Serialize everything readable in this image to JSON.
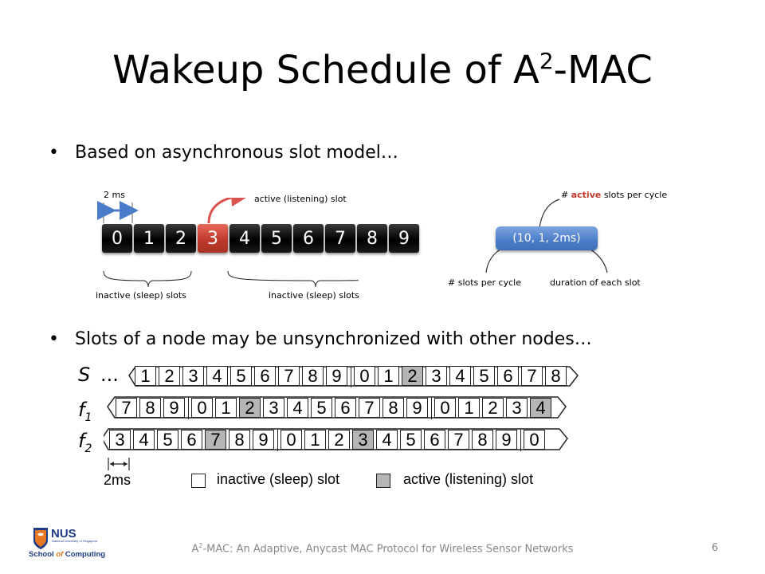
{
  "title": {
    "prefix": "Wakeup Schedule of A",
    "sup": "2",
    "suffix": "-MAC"
  },
  "bullets": [
    "Based on asynchronous slot model…",
    "Slots of a node may be unsynchronized with other nodes…"
  ],
  "slot_diagram": {
    "duration_label": "2 ms",
    "active_label": "active (listening) slot",
    "slots": [
      "0",
      "1",
      "2",
      "3",
      "4",
      "5",
      "6",
      "7",
      "8",
      "9"
    ],
    "active_index": 3,
    "inactive_label_left": "inactive (sleep) slots",
    "inactive_label_right": "inactive (sleep) slots"
  },
  "tuple_diagram": {
    "value": "(10, 1, 2ms)",
    "top_label_prefix": "# ",
    "top_label_highlight": "active",
    "top_label_suffix": " slots per cycle",
    "left_label": "# slots per cycle",
    "right_label": "duration of each slot",
    "highlight_color": "#c0392b"
  },
  "timeline": {
    "rows": [
      {
        "label": "S",
        "prefix": "...",
        "cells": [
          "1",
          "2",
          "3",
          "4",
          "5",
          "6",
          "7",
          "8",
          "9",
          "|",
          "0",
          "1",
          "2",
          "3",
          "4",
          "5",
          "6",
          "7",
          "8"
        ],
        "active": [
          12
        ]
      },
      {
        "label": "f",
        "sub": "1",
        "cells": [
          "7",
          "8",
          "9",
          "|",
          "0",
          "1",
          "2",
          "3",
          "4",
          "5",
          "6",
          "7",
          "8",
          "9",
          "|",
          "0",
          "1",
          "2",
          "3",
          "4"
        ],
        "active": [
          6,
          19
        ]
      },
      {
        "label": "f",
        "sub": "2",
        "cells": [
          "3",
          "4",
          "5",
          "6",
          "7",
          "8",
          "9",
          "|",
          "0",
          "1",
          "2",
          "3",
          "4",
          "5",
          "6",
          "7",
          "8",
          "9",
          "|",
          "0"
        ],
        "active": [
          4,
          11
        ]
      }
    ],
    "scale_label": "2ms",
    "legend_inactive": "inactive (sleep) slot",
    "legend_active": "active (listening) slot"
  },
  "footer": {
    "prefix": "A",
    "sup": "2",
    "suffix": "-MAC: An Adaptive, Anycast MAC Protocol for Wireless Sensor Networks",
    "page": "6"
  },
  "logo": {
    "text_top": "NUS",
    "text_sub": "National University of Singapore",
    "text_bottom_a": "School ",
    "text_bottom_of": "of",
    "text_bottom_b": " Computing"
  },
  "colors": {
    "accent_blue": "#4a7cc9",
    "active_red": "#c0392b",
    "arrow_red": "#d9534f",
    "timeline_active": "#b5b5b5"
  }
}
